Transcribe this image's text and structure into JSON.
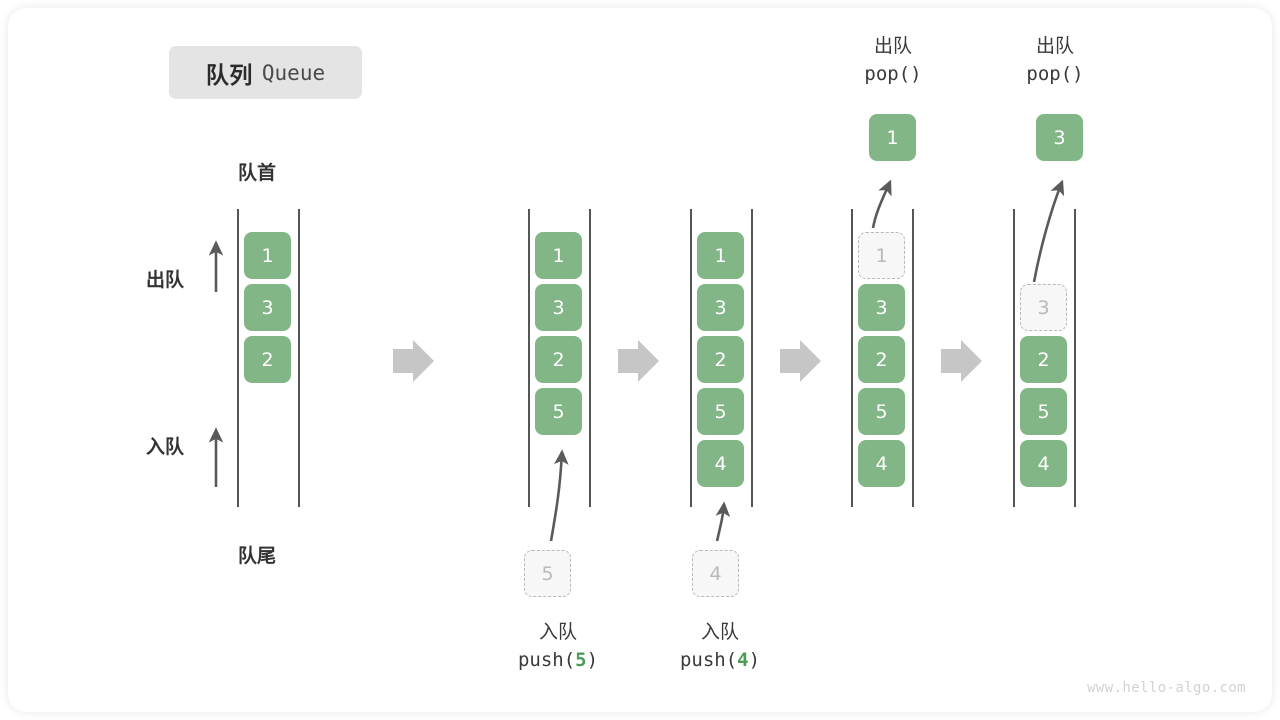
{
  "title": {
    "cn": "队列",
    "en": "Queue"
  },
  "labels": {
    "head": "队首",
    "tail": "队尾",
    "dequeue": "出队",
    "enqueue": "入队"
  },
  "watermark": "www.hello-algo.com",
  "colors": {
    "box_fill": "#83b687",
    "box_text": "#ffffff",
    "ghost_fill": "#f7f7f7",
    "ghost_border": "#b9b9b9",
    "ghost_text": "#b9b9b9",
    "rail": "#555555",
    "arrow": "#5a5a5a",
    "step_arrow": "#c6c6c6",
    "badge_bg": "#e4e4e4",
    "accent_green": "#4a9c57",
    "watermark": "#d2d2d2"
  },
  "panels": [
    {
      "id": "panel-initial",
      "items": [
        "1",
        "3",
        "2"
      ],
      "ghost_index": null,
      "caption": null,
      "top_caption": null,
      "popped": null
    },
    {
      "id": "panel-push-5",
      "items": [
        "1",
        "3",
        "2",
        "5"
      ],
      "ghost_index": null,
      "incoming": "5",
      "caption": {
        "cn": "入队",
        "code_prefix": "push(",
        "code_num": "5",
        "code_suffix": ")"
      },
      "top_caption": null,
      "popped": null
    },
    {
      "id": "panel-push-4",
      "items": [
        "1",
        "3",
        "2",
        "5",
        "4"
      ],
      "ghost_index": null,
      "incoming": "4",
      "caption": {
        "cn": "入队",
        "code_prefix": "push(",
        "code_num": "4",
        "code_suffix": ")"
      },
      "top_caption": null,
      "popped": null
    },
    {
      "id": "panel-pop-1",
      "items": [
        "1",
        "3",
        "2",
        "5",
        "4"
      ],
      "ghost_index": 0,
      "caption": null,
      "top_caption": {
        "cn": "出队",
        "code": "pop()"
      },
      "popped": "1"
    },
    {
      "id": "panel-pop-3",
      "items": [
        "",
        "3",
        "2",
        "5",
        "4"
      ],
      "ghost_index": 1,
      "caption": null,
      "top_caption": {
        "cn": "出队",
        "code": "pop()"
      },
      "popped": "3"
    }
  ],
  "step_arrows": 4
}
